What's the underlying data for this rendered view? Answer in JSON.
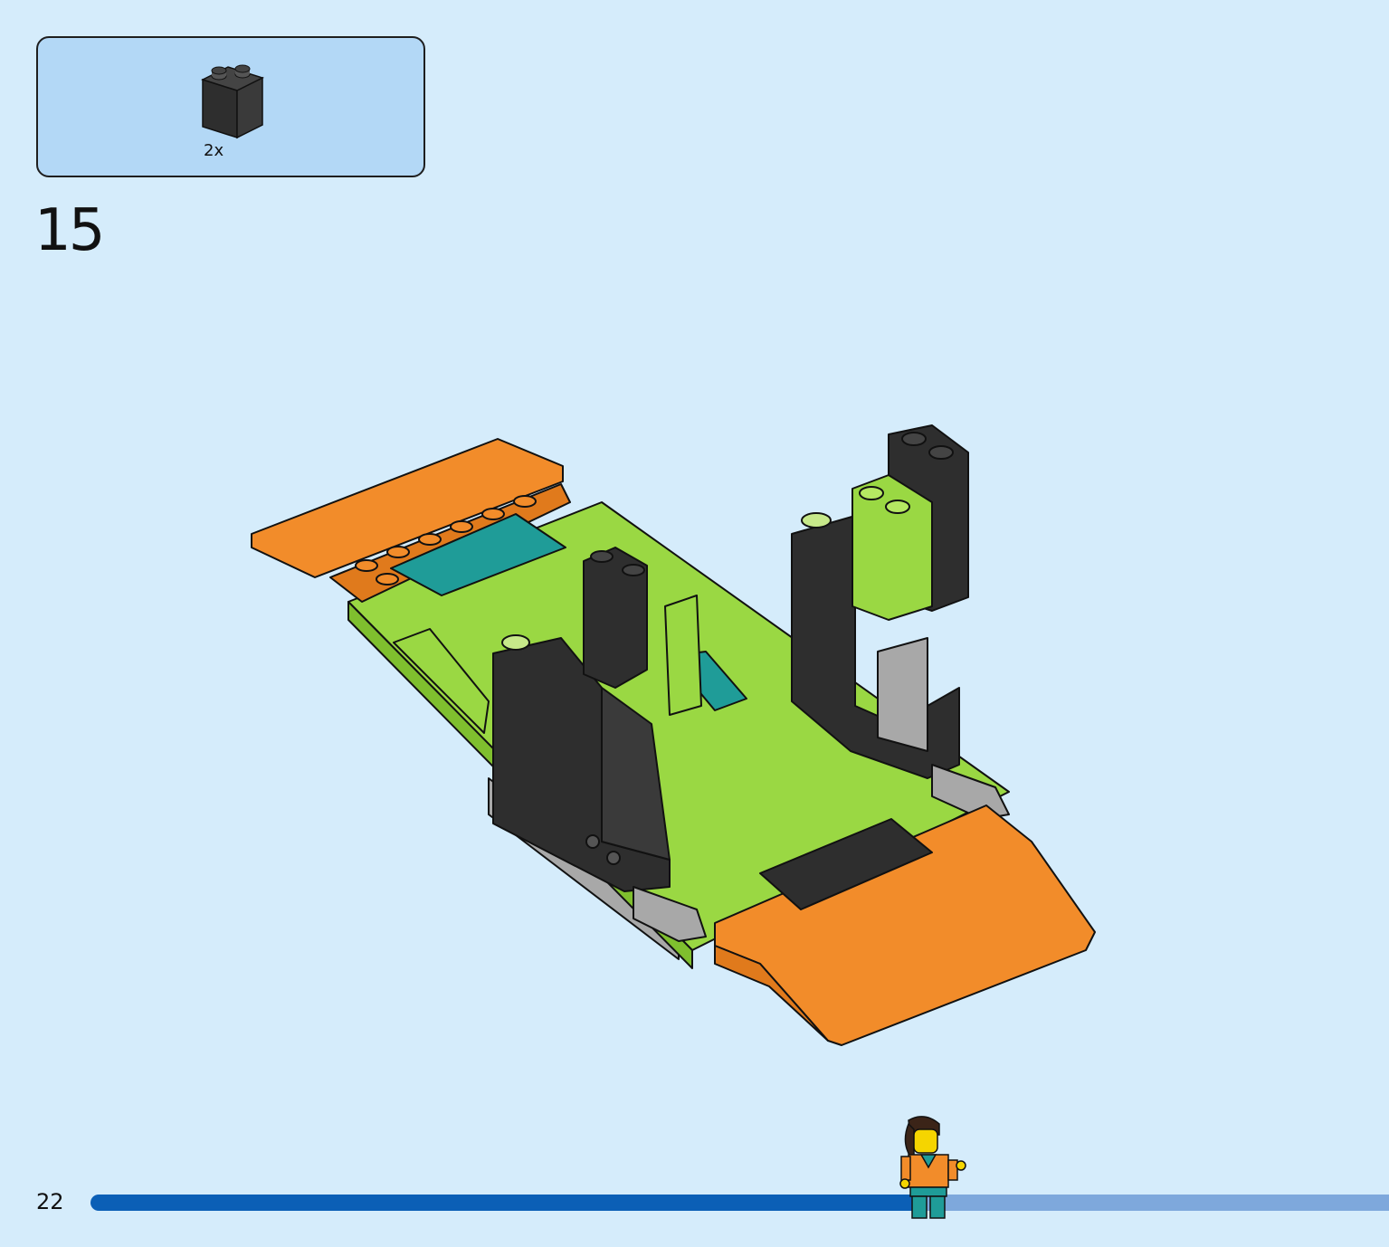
{
  "parts_callout": {
    "items": [
      {
        "part_icon": "black-brick-1x2x2-icon",
        "quantity": "2x",
        "color": "#2e2e2e"
      }
    ]
  },
  "step": {
    "number": "15"
  },
  "page": {
    "number": "22"
  },
  "progress": {
    "fraction": 0.64
  },
  "colors": {
    "background": "#d5ecfb",
    "callout_background": "#b3d8f6",
    "lime": "#9ad843",
    "orange": "#f28c2a",
    "teal": "#1f9c98",
    "black": "#2e2e2e",
    "grey": "#a8a8a8",
    "progress_fill": "#0b5fb6",
    "progress_track": "#7ea8dc"
  }
}
